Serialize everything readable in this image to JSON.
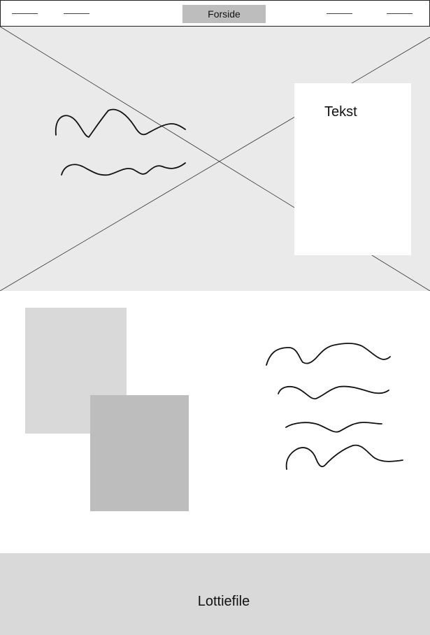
{
  "navbar": {
    "active_button_label": "Forside",
    "placeholder_links": 4
  },
  "hero": {
    "card_label": "Tekst",
    "colors": {
      "background": "#eaeaea",
      "card": "#ffffff",
      "lines": "#222222"
    }
  },
  "content": {
    "image_placeholders": [
      "light-gray",
      "dark-gray"
    ],
    "text_scribbles_count": 4
  },
  "footer": {
    "label": "Lottiefile",
    "color": "#d9d9d9"
  }
}
